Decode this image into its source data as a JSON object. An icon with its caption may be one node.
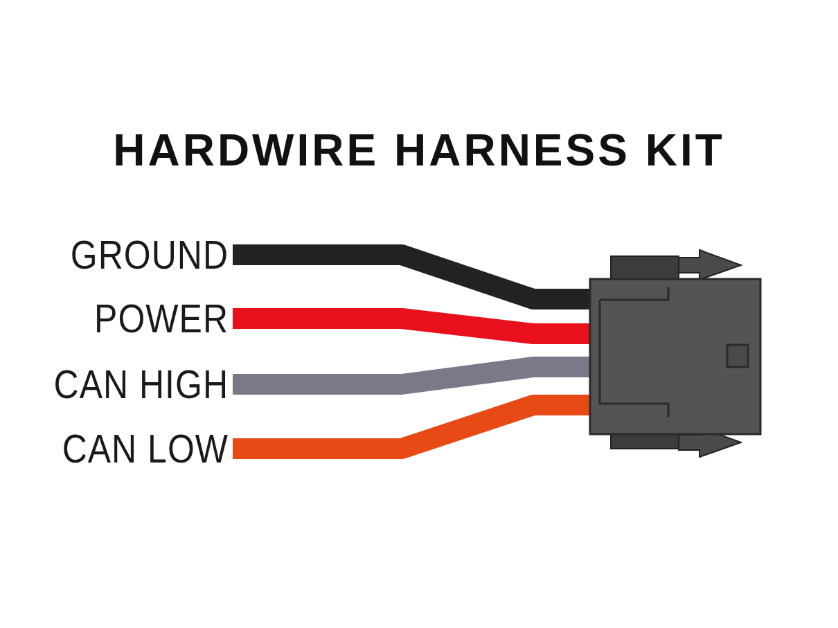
{
  "diagram": {
    "title": "HARDWIRE HARNESS KIT",
    "nodes": [
      {
        "text": [
          "GROUND"
        ]
      },
      {
        "text": [
          "POWER"
        ]
      },
      {
        "text": [
          "CAN HIGH"
        ]
      },
      {
        "text": [
          "CAN LOW"
        ]
      },
      {
        "text": [],
        "shape": "picture"
      }
    ],
    "edges": [
      {
        "from": 0,
        "to": 4,
        "arrow": "none",
        "color": "#222222"
      },
      {
        "from": 1,
        "to": 4,
        "arrow": "none",
        "color": "#e8101c"
      },
      {
        "from": 2,
        "to": 4,
        "arrow": "none",
        "color": "#7a7889"
      },
      {
        "from": 3,
        "to": 4,
        "arrow": "none",
        "color": "#e84a16"
      }
    ]
  }
}
